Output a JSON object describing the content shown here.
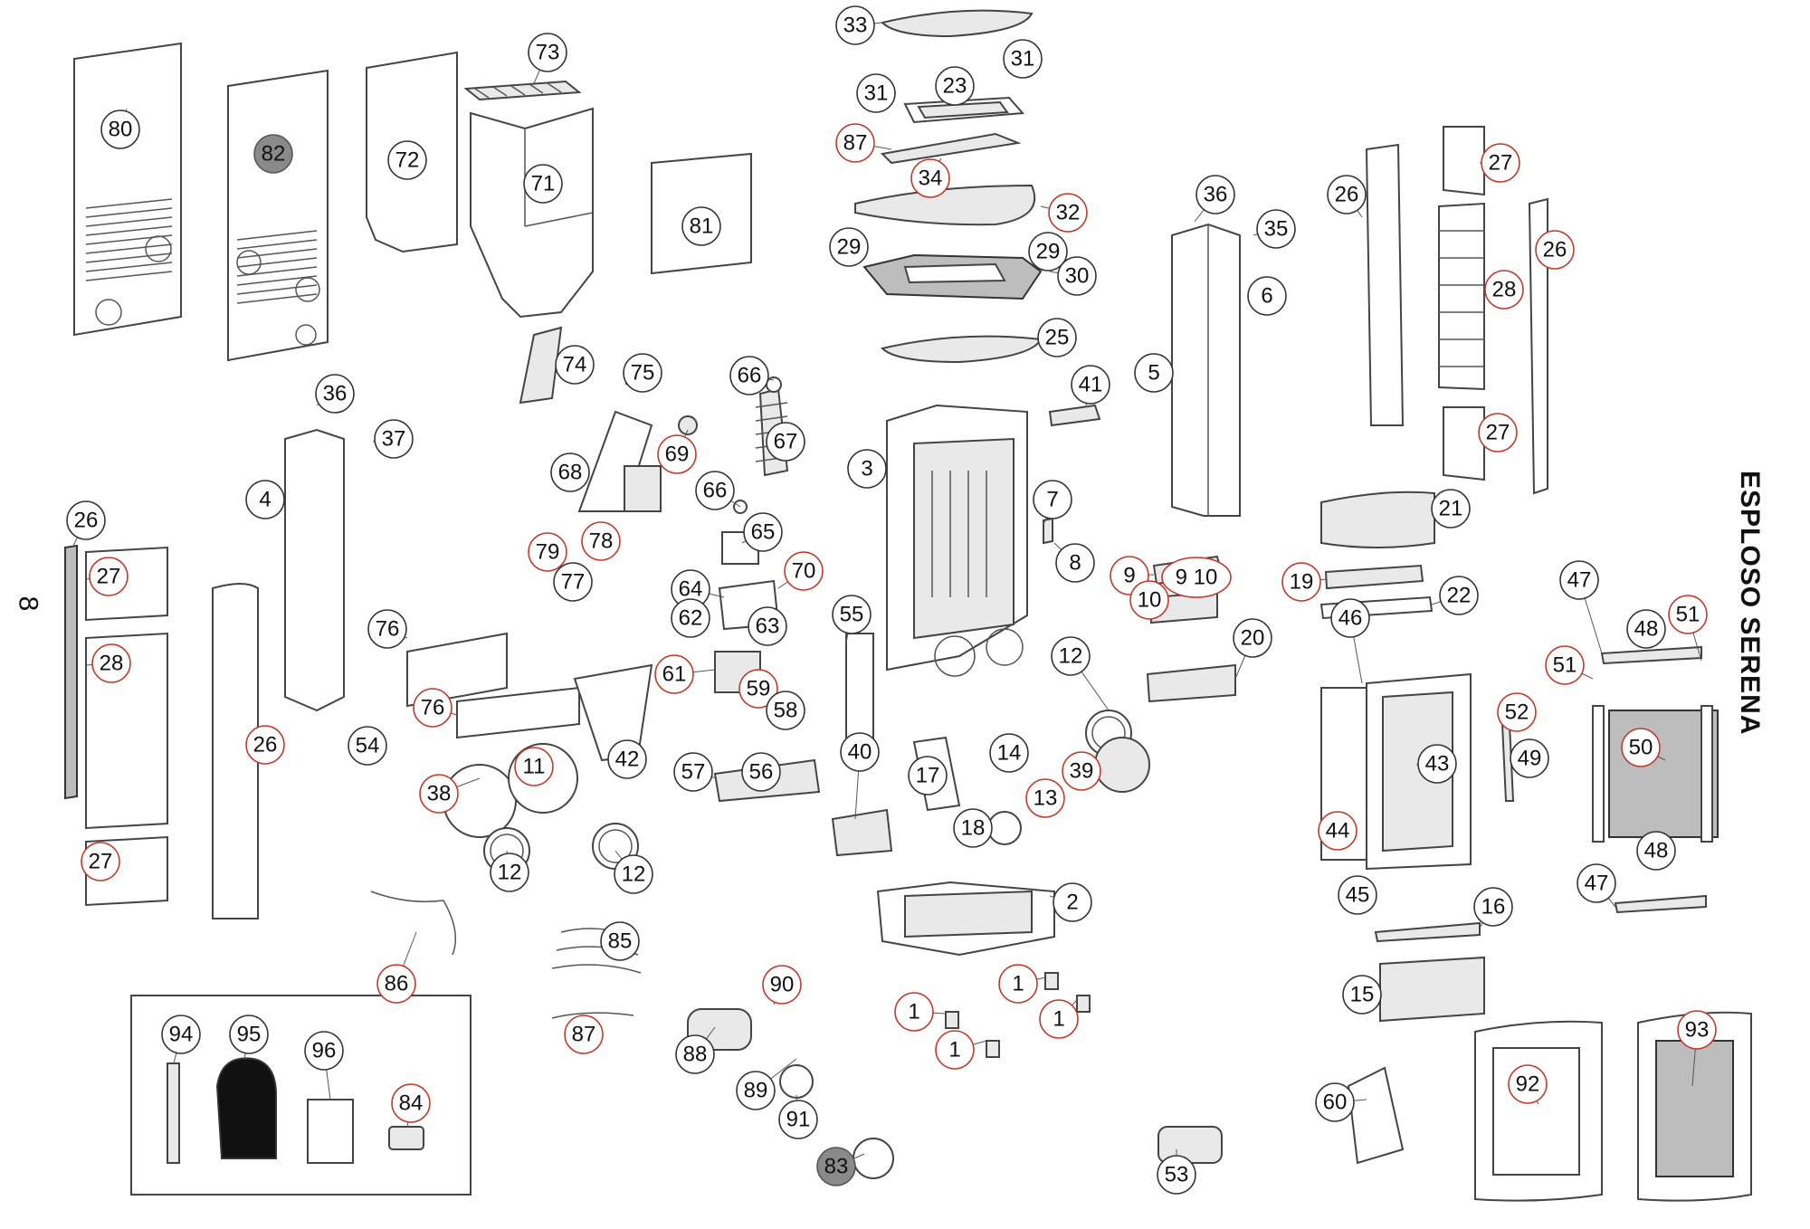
{
  "title": "ESPLOSO SERENA",
  "side_mark": "8",
  "callouts": [
    {
      "label": "80",
      "style": "plain"
    },
    {
      "label": "82",
      "style": "grey"
    },
    {
      "label": "72",
      "style": "plain"
    },
    {
      "label": "73",
      "style": "plain"
    },
    {
      "label": "71",
      "style": "plain"
    },
    {
      "label": "81",
      "style": "plain"
    },
    {
      "label": "33",
      "style": "plain"
    },
    {
      "label": "31",
      "style": "plain"
    },
    {
      "label": "31",
      "style": "plain"
    },
    {
      "label": "23",
      "style": "plain"
    },
    {
      "label": "87",
      "style": "red"
    },
    {
      "label": "34",
      "style": "red"
    },
    {
      "label": "32",
      "style": "red"
    },
    {
      "label": "29",
      "style": "plain"
    },
    {
      "label": "29",
      "style": "plain"
    },
    {
      "label": "30",
      "style": "plain"
    },
    {
      "label": "25",
      "style": "plain"
    },
    {
      "label": "41",
      "style": "plain"
    },
    {
      "label": "36",
      "style": "plain"
    },
    {
      "label": "35",
      "style": "plain"
    },
    {
      "label": "6",
      "style": "plain"
    },
    {
      "label": "5",
      "style": "plain"
    },
    {
      "label": "26",
      "style": "plain"
    },
    {
      "label": "27",
      "style": "red"
    },
    {
      "label": "26",
      "style": "red"
    },
    {
      "label": "28",
      "style": "red"
    },
    {
      "label": "27",
      "style": "red"
    },
    {
      "label": "74",
      "style": "plain"
    },
    {
      "label": "75",
      "style": "plain"
    },
    {
      "label": "66",
      "style": "plain"
    },
    {
      "label": "67",
      "style": "plain"
    },
    {
      "label": "69",
      "style": "red"
    },
    {
      "label": "68",
      "style": "plain"
    },
    {
      "label": "66",
      "style": "plain"
    },
    {
      "label": "3",
      "style": "plain"
    },
    {
      "label": "36",
      "style": "plain"
    },
    {
      "label": "37",
      "style": "plain"
    },
    {
      "label": "4",
      "style": "plain"
    },
    {
      "label": "26",
      "style": "plain"
    },
    {
      "label": "27",
      "style": "red"
    },
    {
      "label": "28",
      "style": "red"
    },
    {
      "label": "27",
      "style": "red"
    },
    {
      "label": "26",
      "style": "red"
    },
    {
      "label": "79",
      "style": "red"
    },
    {
      "label": "78",
      "style": "red"
    },
    {
      "label": "77",
      "style": "plain"
    },
    {
      "label": "65",
      "style": "plain"
    },
    {
      "label": "64",
      "style": "plain"
    },
    {
      "label": "70",
      "style": "red"
    },
    {
      "label": "62",
      "style": "plain"
    },
    {
      "label": "63",
      "style": "plain"
    },
    {
      "label": "7",
      "style": "plain"
    },
    {
      "label": "8",
      "style": "plain"
    },
    {
      "label": "9",
      "style": "red"
    },
    {
      "label": "9 10",
      "style": "red"
    },
    {
      "label": "19",
      "style": "red"
    },
    {
      "label": "21",
      "style": "plain"
    },
    {
      "label": "22",
      "style": "plain"
    },
    {
      "label": "10",
      "style": "red"
    },
    {
      "label": "20",
      "style": "plain"
    },
    {
      "label": "76",
      "style": "plain"
    },
    {
      "label": "76",
      "style": "red"
    },
    {
      "label": "61",
      "style": "red"
    },
    {
      "label": "59",
      "style": "red"
    },
    {
      "label": "58",
      "style": "plain"
    },
    {
      "label": "55",
      "style": "plain"
    },
    {
      "label": "42",
      "style": "plain"
    },
    {
      "label": "12",
      "style": "plain"
    },
    {
      "label": "47",
      "style": "plain"
    },
    {
      "label": "46",
      "style": "plain"
    },
    {
      "label": "48",
      "style": "plain"
    },
    {
      "label": "51",
      "style": "red"
    },
    {
      "label": "51",
      "style": "red"
    },
    {
      "label": "52",
      "style": "red"
    },
    {
      "label": "54",
      "style": "plain"
    },
    {
      "label": "38",
      "style": "red"
    },
    {
      "label": "11",
      "style": "red"
    },
    {
      "label": "57",
      "style": "plain"
    },
    {
      "label": "56",
      "style": "plain"
    },
    {
      "label": "40",
      "style": "plain"
    },
    {
      "label": "17",
      "style": "plain"
    },
    {
      "label": "14",
      "style": "plain"
    },
    {
      "label": "39",
      "style": "red"
    },
    {
      "label": "13",
      "style": "red"
    },
    {
      "label": "43",
      "style": "plain"
    },
    {
      "label": "49",
      "style": "plain"
    },
    {
      "label": "50",
      "style": "red"
    },
    {
      "label": "12",
      "style": "plain"
    },
    {
      "label": "12",
      "style": "plain"
    },
    {
      "label": "18",
      "style": "plain"
    },
    {
      "label": "44",
      "style": "red"
    },
    {
      "label": "48",
      "style": "plain"
    },
    {
      "label": "45",
      "style": "plain"
    },
    {
      "label": "47",
      "style": "plain"
    },
    {
      "label": "2",
      "style": "plain"
    },
    {
      "label": "16",
      "style": "plain"
    },
    {
      "label": "86",
      "style": "red"
    },
    {
      "label": "85",
      "style": "plain"
    },
    {
      "label": "1",
      "style": "red"
    },
    {
      "label": "1",
      "style": "red"
    },
    {
      "label": "1",
      "style": "red"
    },
    {
      "label": "1",
      "style": "red"
    },
    {
      "label": "15",
      "style": "plain"
    },
    {
      "label": "90",
      "style": "red"
    },
    {
      "label": "87",
      "style": "red"
    },
    {
      "label": "88",
      "style": "plain"
    },
    {
      "label": "89",
      "style": "plain"
    },
    {
      "label": "91",
      "style": "plain"
    },
    {
      "label": "94",
      "style": "plain"
    },
    {
      "label": "95",
      "style": "plain"
    },
    {
      "label": "96",
      "style": "plain"
    },
    {
      "label": "84",
      "style": "red"
    },
    {
      "label": "92",
      "style": "red"
    },
    {
      "label": "93",
      "style": "red"
    },
    {
      "label": "60",
      "style": "plain"
    },
    {
      "label": "53",
      "style": "plain"
    },
    {
      "label": "83",
      "style": "grey"
    }
  ]
}
